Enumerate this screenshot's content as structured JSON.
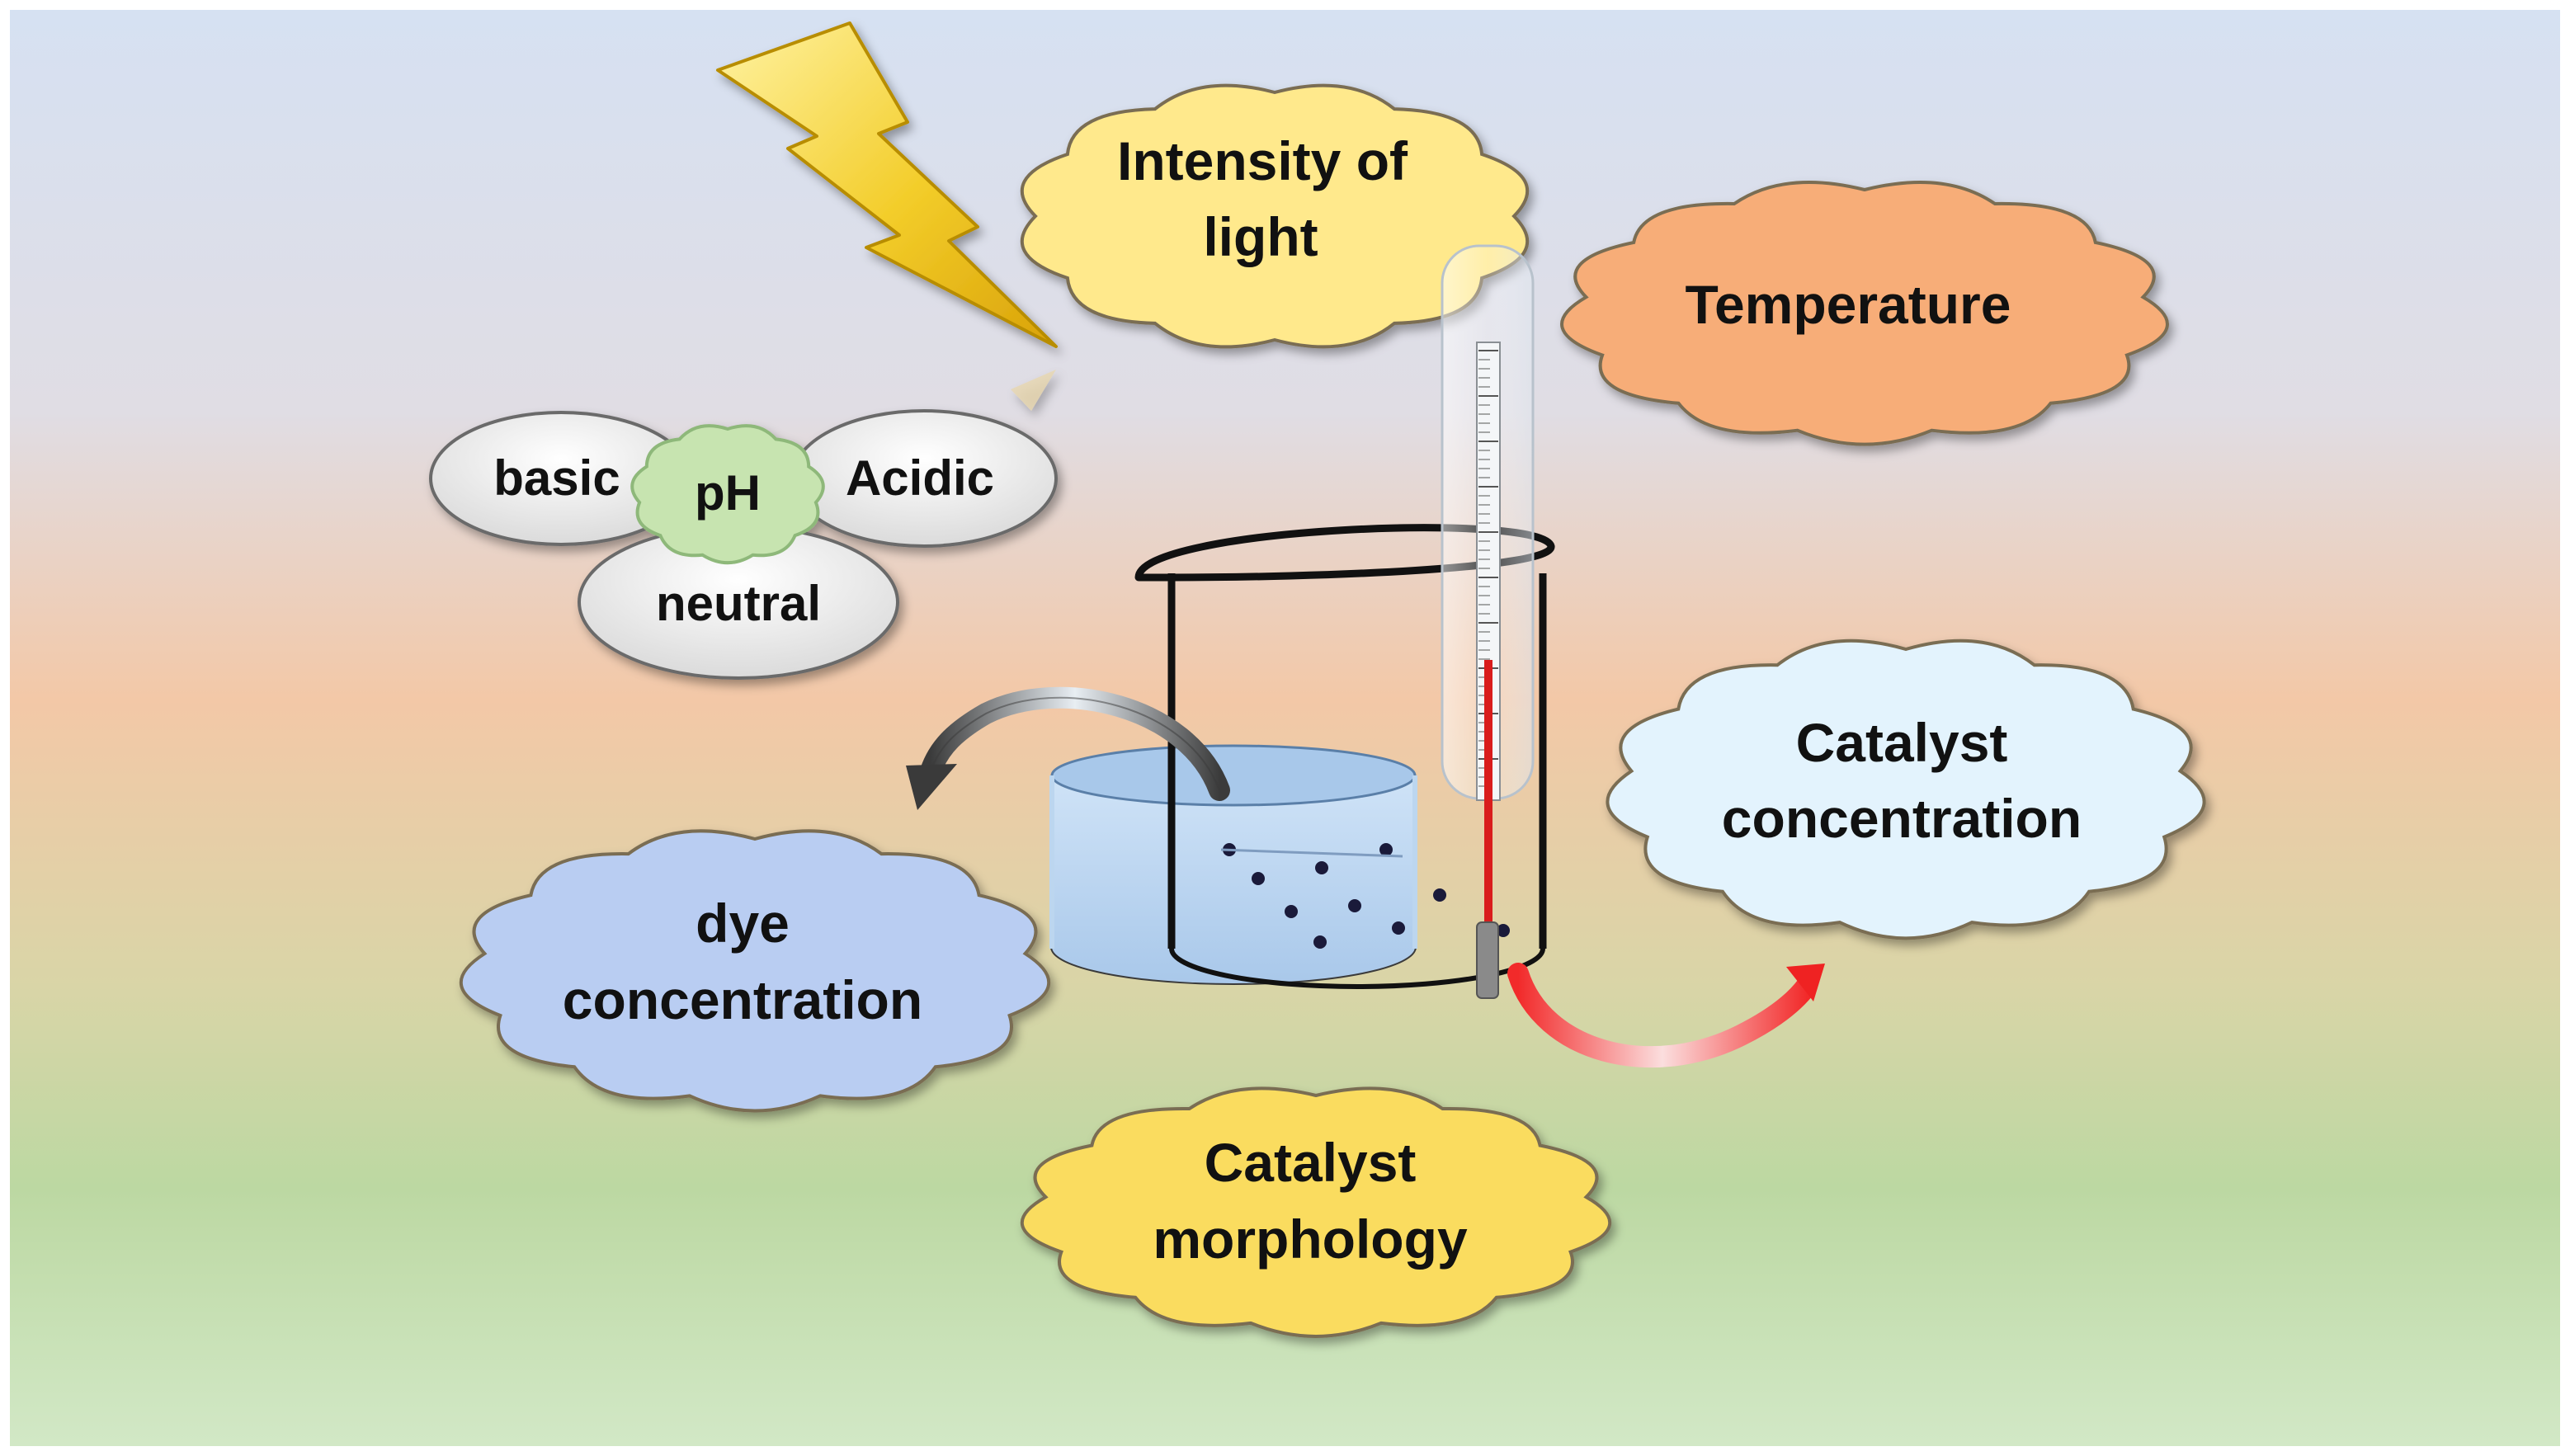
{
  "diagram": {
    "center_object": "beaker with dye solution, catalyst particles and thermometer",
    "factors": [
      {
        "id": "light",
        "lines": [
          "Intensity of",
          "light"
        ],
        "color": "#ffe98c"
      },
      {
        "id": "temperature",
        "lines": [
          "Temperature"
        ],
        "color": "#f7ad78"
      },
      {
        "id": "catalyst-concentration",
        "lines": [
          "Catalyst",
          "concentration"
        ],
        "color": "#e3f3fd"
      },
      {
        "id": "dye-concentration",
        "lines": [
          "dye",
          "concentration"
        ],
        "color": "#b9cdf2"
      },
      {
        "id": "catalyst-morphology",
        "lines": [
          "Catalyst",
          "morphology"
        ],
        "color": "#fadc5e"
      }
    ],
    "ph": {
      "center": "pH",
      "center_color": "#c7e4b0",
      "options": [
        "basic",
        "Acidic",
        "neutral"
      ],
      "option_color": "#eeeeee"
    },
    "icons": [
      "lightning-bolt-icon",
      "thermometer-icon",
      "beaker-icon",
      "curved-arrow-icon"
    ]
  }
}
